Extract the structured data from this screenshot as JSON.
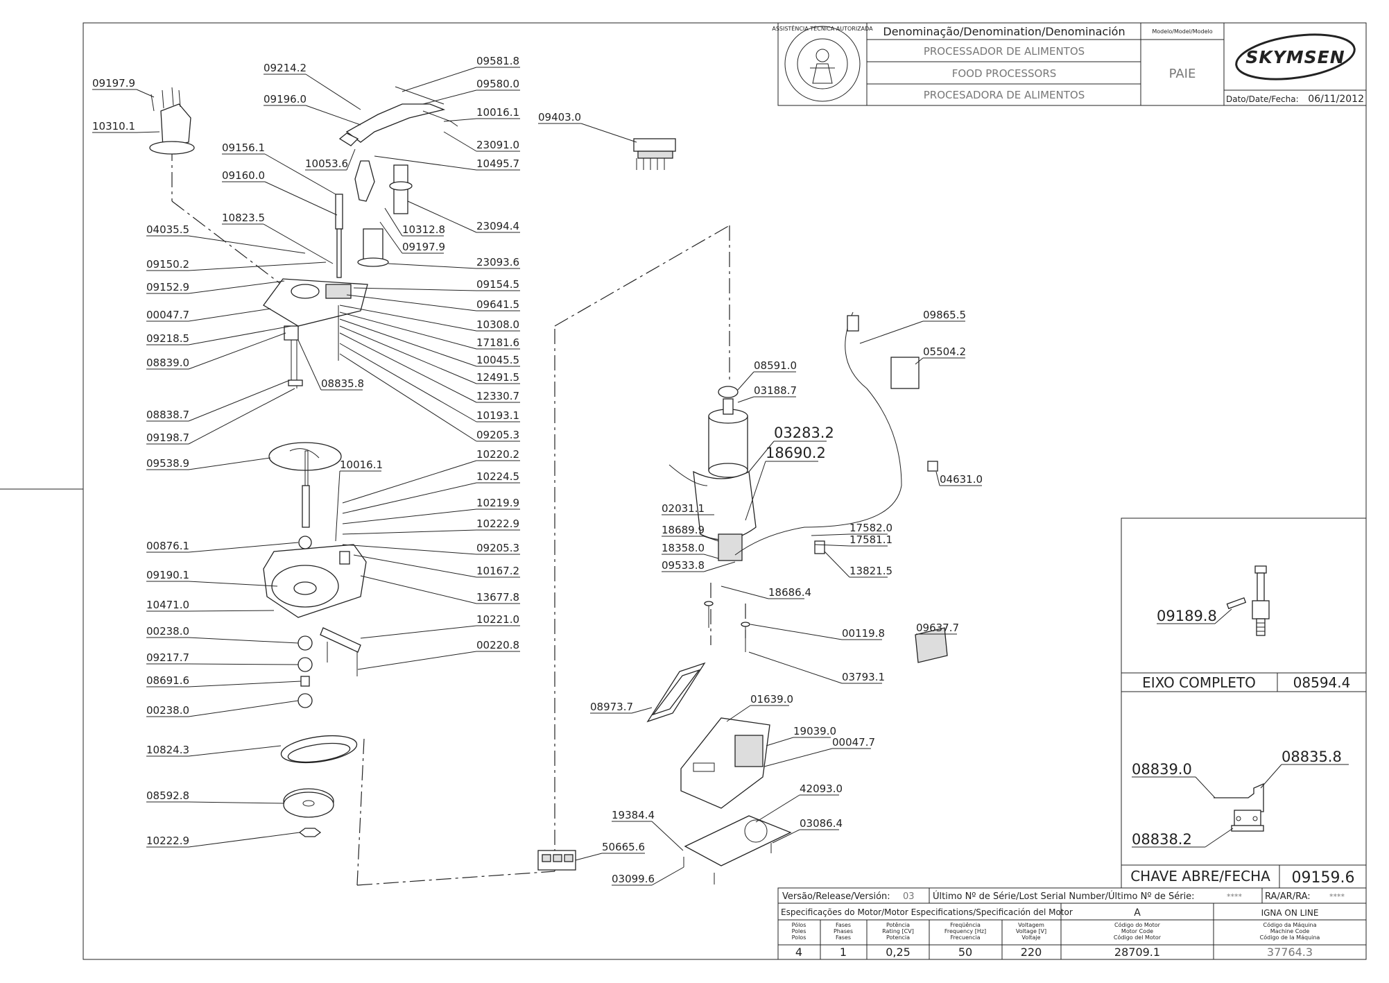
{
  "title_block": {
    "denomination_header": "Denominação/Denomination/Denominación",
    "model_header": "Modelo/Model/Modelo",
    "name_pt": "PROCESSADOR DE ALIMENTOS",
    "name_en": "FOOD PROCESSORS",
    "name_es": "PROCESADORA DE ALIMENTOS",
    "model": "PAIE",
    "brand": "SKYMSEN",
    "seal_text": "ASSISTÊNCIA TÉCNICA AUTORIZADA",
    "date_label": "Dato/Date/Fecha:",
    "date": "06/11/2012"
  },
  "bottom_block": {
    "version_label": "Versão/Release/Versión:",
    "version": "03",
    "serial_label": "Último Nº de Série/Lost Serial Number/Último Nº de Série:",
    "serial": "****",
    "ra_label": "RA/AR/RA:",
    "ra": "****",
    "motor_spec_label": "Especificações do Motor/Motor Especifications/Specificación del Motor",
    "rev": "A",
    "igna": "IGNA ON LINE",
    "col_poles": [
      "Pólos",
      "Poles",
      "Polos"
    ],
    "col_phases": [
      "Fases",
      "Phases",
      "Fases"
    ],
    "col_power": [
      "Potência",
      "Rating [CV]",
      "Potencia"
    ],
    "col_freq": [
      "Freqüência",
      "Frequency [Hz]",
      "Frecuencia"
    ],
    "col_volt": [
      "Voltagem",
      "Voltage [V]",
      "Voltaje"
    ],
    "col_motor_code": [
      "Código do Motor",
      "Motor Code",
      "Código del Motor"
    ],
    "col_machine_code": [
      "Código da Máquina",
      "Machine Code",
      "Código de la Máquina"
    ],
    "poles": "4",
    "phases": "1",
    "power": "0,25",
    "freq": "50",
    "voltage": "220",
    "motor_code": "28709.1",
    "machine_code": "37764.3"
  },
  "insets": {
    "eixo_label": "EIXO COMPLETO",
    "eixo_code": "08594.4",
    "eixo_part": "09189.8",
    "chave_label": "CHAVE ABRE/FECHA",
    "chave_code": "09159.6",
    "chave_parts": [
      "08839.0",
      "08835.8",
      "08838.2"
    ]
  },
  "labels": [
    "09197.9",
    "10310.1",
    "09214.2",
    "09196.0",
    "09581.8",
    "09580.0",
    "10016.1",
    "23091.0",
    "10053.6",
    "10495.7",
    "09156.1",
    "09160.0",
    "23094.4",
    "10823.5",
    "10312.8",
    "09197.9",
    "04035.5",
    "09150.2",
    "23093.6",
    "09152.9",
    "09154.5",
    "09641.5",
    "00047.7",
    "10308.0",
    "09218.5",
    "17181.6",
    "08839.0",
    "10045.5",
    "08835.8",
    "12491.5",
    "12330.7",
    "08838.7",
    "10193.1",
    "09198.7",
    "09205.3",
    "09403.0",
    "09538.9",
    "10016.1",
    "10220.2",
    "10224.5",
    "10219.9",
    "10222.9",
    "00876.1",
    "09205.3",
    "10167.2",
    "09190.1",
    "13677.8",
    "10471.0",
    "10221.0",
    "00238.0",
    "00220.8",
    "09217.7",
    "08691.6",
    "00238.0",
    "10824.3",
    "08592.8",
    "10222.9",
    "09865.5",
    "05504.2",
    "08591.0",
    "03188.7",
    "03283.2",
    "18690.2",
    "04631.0",
    "02031.1",
    "18689.9",
    "17582.0",
    "17581.1",
    "18358.0",
    "09533.8",
    "13821.5",
    "18686.4",
    "00119.8",
    "09637.7",
    "03793.1",
    "08973.7",
    "01639.0",
    "19039.0",
    "00047.7",
    "42093.0",
    "19384.4",
    "03086.4",
    "50665.6",
    "03099.6"
  ]
}
